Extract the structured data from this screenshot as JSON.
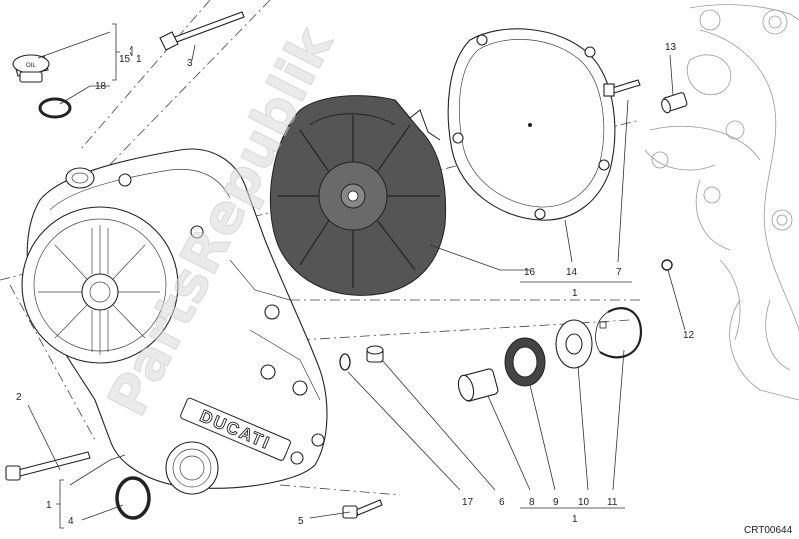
{
  "diagram": {
    "code": "CRT00644",
    "watermark": "PartsRepublik",
    "brand_mark": "DUCATI",
    "labels": [
      {
        "id": "l1a",
        "text": "1"
      },
      {
        "id": "l15",
        "text": "15"
      },
      {
        "id": "l1top",
        "text": "1"
      },
      {
        "id": "l3",
        "text": "3"
      },
      {
        "id": "l18",
        "text": "18"
      },
      {
        "id": "l13",
        "text": "13"
      },
      {
        "id": "l16",
        "text": "16"
      },
      {
        "id": "l14",
        "text": "14"
      },
      {
        "id": "l7",
        "text": "7"
      },
      {
        "id": "l1mid",
        "text": "1"
      },
      {
        "id": "l12",
        "text": "12"
      },
      {
        "id": "l2",
        "text": "2"
      },
      {
        "id": "l1left",
        "text": "1"
      },
      {
        "id": "l4",
        "text": "4"
      },
      {
        "id": "l5",
        "text": "5"
      },
      {
        "id": "l17",
        "text": "17"
      },
      {
        "id": "l6",
        "text": "6"
      },
      {
        "id": "l8",
        "text": "8"
      },
      {
        "id": "l9",
        "text": "9"
      },
      {
        "id": "l10",
        "text": "10"
      },
      {
        "id": "l11",
        "text": "11"
      },
      {
        "id": "l1bot",
        "text": "1"
      }
    ]
  }
}
